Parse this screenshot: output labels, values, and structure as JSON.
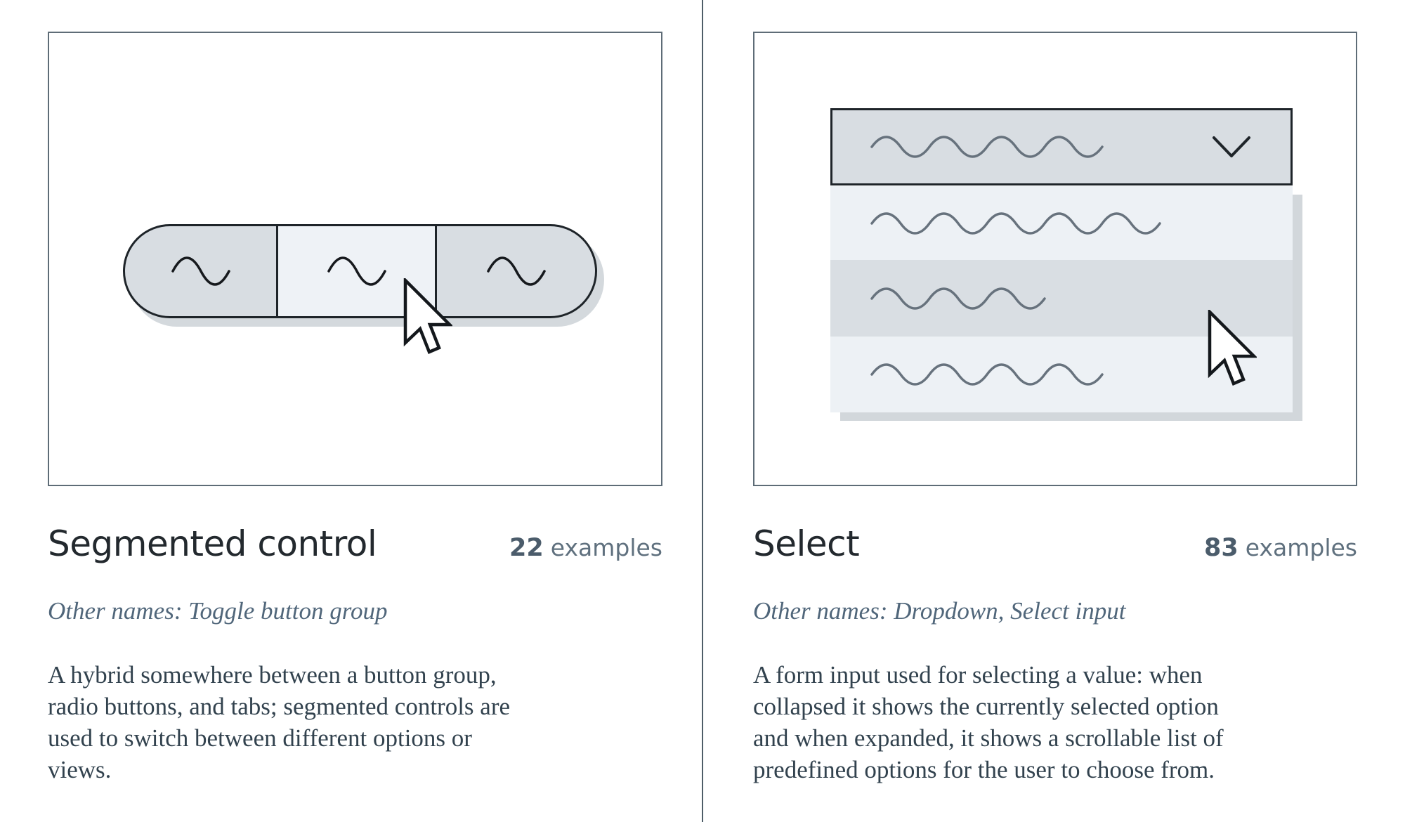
{
  "page": {
    "background": "#ffffff",
    "divider_color": "#4e5d68",
    "palette": {
      "card_border": "#5e6c77",
      "illustration_outline": "#1e2429",
      "illustration_gray_fill": "#d8dde2",
      "illustration_light_fill": "#edf1f5",
      "illustration_highlight_row": "#d9dee3",
      "illustration_shadow": "#d2d7db",
      "wave_stroke_gray": "#67727d",
      "wave_stroke_dark": "#16191d",
      "title_color": "#23292e",
      "count_color": "#4b5c6b",
      "examples_label_color": "#5f707e",
      "other_names_color": "#50667a",
      "description_color": "#32424e"
    }
  },
  "icons": {
    "cursor": "cursor-arrow-icon",
    "chevron": "chevron-down-icon",
    "wave": "wave-squiggle-placeholder-icon"
  },
  "cards": [
    {
      "title": "Segmented control",
      "examples_count": "22",
      "examples_label": "examples",
      "other_names": "Other names: Toggle button group",
      "description_lines": [
        "A hybrid somewhere between a button group,",
        "radio buttons, and tabs; segmented controls are",
        "used to switch between different options or",
        "views."
      ],
      "illustration": {
        "type": "segmented-control",
        "segments": 3,
        "selected_segment": 2
      }
    },
    {
      "title": "Select",
      "examples_count": "83",
      "examples_label": "examples",
      "other_names": "Other names: Dropdown, Select input",
      "description_lines": [
        "A form input used for selecting a value: when",
        "collapsed it shows the currently selected option",
        "and when expanded, it shows a scrollable list of",
        "predefined options for the user to choose from."
      ],
      "illustration": {
        "type": "select-dropdown",
        "rows": 3,
        "highlighted_row": 2
      }
    }
  ]
}
